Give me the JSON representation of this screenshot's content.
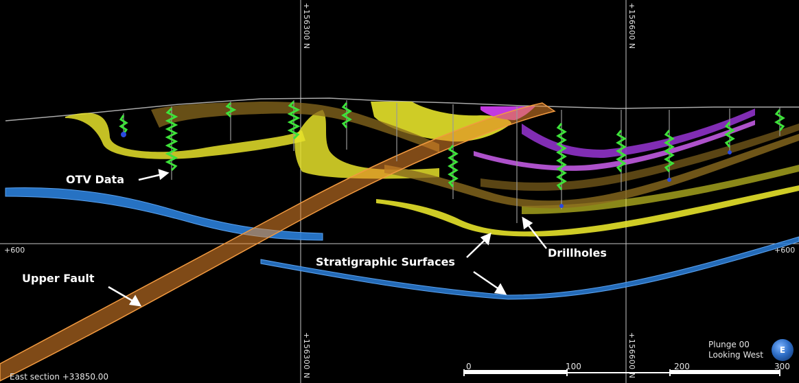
{
  "section": {
    "label": "East section +33850.00"
  },
  "grid": {
    "northing_left": "+156300 N",
    "northing_right": "+156600 N",
    "elevation_left": "+600",
    "elevation_right": "+600"
  },
  "annotations": {
    "otv_data": "OTV Data",
    "upper_fault": "Upper Fault",
    "stratigraphic_surfaces": "Stratigraphic Surfaces",
    "drillholes": "Drillholes"
  },
  "view": {
    "plunge": "Plunge 00",
    "looking": "Looking West",
    "orientation_letter": "E"
  },
  "scale_bar": {
    "ticks": [
      "0",
      "100",
      "200",
      "300"
    ]
  },
  "colors": {
    "background": "#000000",
    "fault": "#e8862a",
    "blue_surface": "#2a7ed8",
    "yellow_surface": "#e6e22a",
    "brown_surface": "#8a6a1e",
    "purple_surface": "#a03ad8",
    "otv_data": "#3ee23a",
    "grid": "#c8c8c8"
  }
}
